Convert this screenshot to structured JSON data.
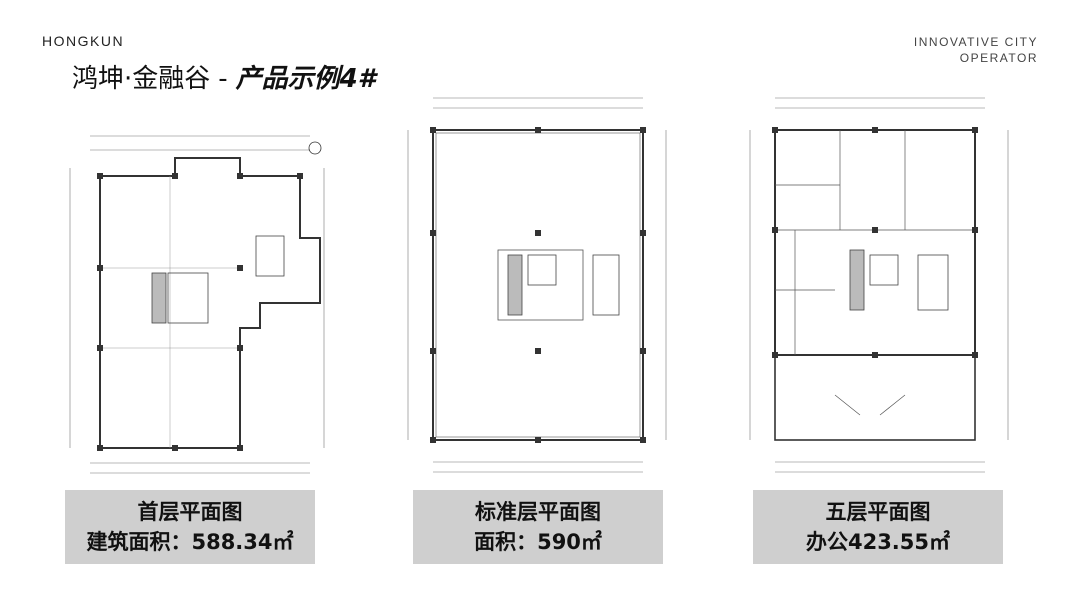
{
  "header": {
    "brand": "HONGKUN",
    "title_main": "鸿坤·金融谷",
    "title_sep": "-",
    "title_emph": "产品示例4#",
    "tagline_line1": "INNOVATIVE CITY",
    "tagline_line2": "OPERATOR"
  },
  "plans": [
    {
      "caption_title": "首层平面图",
      "caption_detail": "建筑面积：588.34㎡"
    },
    {
      "caption_title": "标准层平面图",
      "caption_detail": "面积：590㎡"
    },
    {
      "caption_title": "五层平面图",
      "caption_detail": "办公423.55㎡"
    }
  ]
}
